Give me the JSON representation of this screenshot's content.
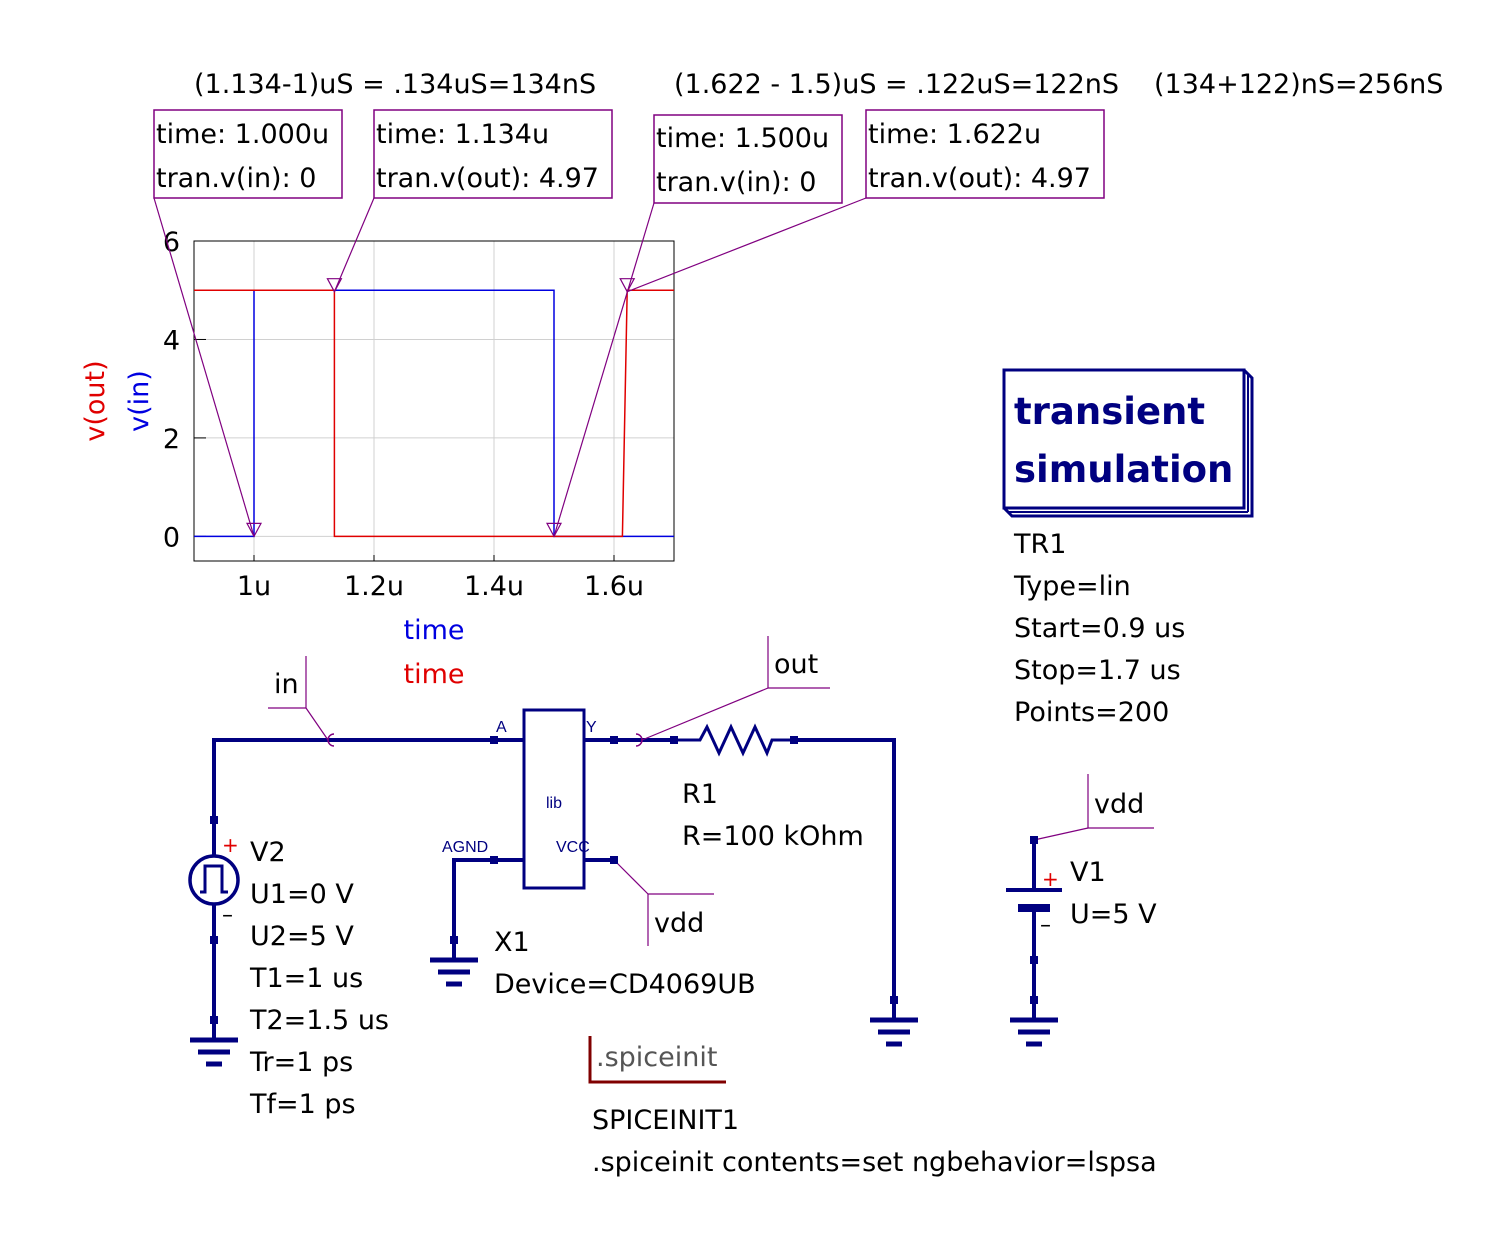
{
  "annotations": {
    "delay1": "(1.134-1)uS = .134uS=134nS",
    "delay2": "(1.622 - 1.5)uS = .122uS=122nS",
    "total": "(134+122)nS=256nS"
  },
  "markers": [
    {
      "time_label": "time: 1.000u",
      "value_label": "tran.v(in): 0",
      "time": 1.0,
      "value": 0
    },
    {
      "time_label": "time: 1.134u",
      "value_label": "tran.v(out): 4.97",
      "time": 1.134,
      "value": 4.97
    },
    {
      "time_label": "time: 1.500u",
      "value_label": "tran.v(in): 0",
      "time": 1.5,
      "value": 0
    },
    {
      "time_label": "time: 1.622u",
      "value_label": "tran.v(out): 4.97",
      "time": 1.622,
      "value": 4.97
    }
  ],
  "chart_data": {
    "type": "line",
    "xlim": [
      0.9,
      1.7
    ],
    "ylim": [
      -0.5,
      6
    ],
    "x_ticks": [
      1.0,
      1.2,
      1.4,
      1.6
    ],
    "x_tick_labels": [
      "1u",
      "1.2u",
      "1.4u",
      "1.6u"
    ],
    "y_ticks": [
      0,
      2,
      4,
      6
    ],
    "y_tick_labels": [
      "0",
      "2",
      "4",
      "6"
    ],
    "grid": true,
    "ylabels": [
      {
        "text": "v(out)",
        "color": "#e00000"
      },
      {
        "text": "v(in)",
        "color": "#0000e0"
      }
    ],
    "xlabels": [
      {
        "text": "time",
        "color": "#0000e0"
      },
      {
        "text": "time",
        "color": "#e00000"
      }
    ],
    "series": [
      {
        "name": "v(in)",
        "color": "#0000e0",
        "x": [
          0.9,
          1.0,
          1.0,
          1.5,
          1.5,
          1.7
        ],
        "y": [
          0,
          0,
          5,
          5,
          0,
          0
        ]
      },
      {
        "name": "v(out)",
        "color": "#e00000",
        "x": [
          0.9,
          1.134,
          1.134,
          1.614,
          1.622,
          1.7
        ],
        "y": [
          5,
          5,
          0,
          0,
          5,
          5
        ]
      }
    ]
  },
  "sim_box": {
    "title_line1": "transient",
    "title_line2": "simulation",
    "name": "TR1",
    "params": [
      "Type=lin",
      "Start=0.9 us",
      "Stop=1.7 us",
      "Points=200"
    ]
  },
  "labels": {
    "in": "in",
    "out": "out",
    "vdd_inv": "vdd",
    "vdd_src": "vdd"
  },
  "inverter": {
    "pin_a": "A",
    "pin_y": "Y",
    "pin_agnd": "AGND",
    "pin_vcc": "VCC",
    "body": "lib",
    "name": "X1",
    "device": "Device=CD4069UB"
  },
  "resistor": {
    "name": "R1",
    "value": "R=100 kOhm"
  },
  "v2": {
    "name": "V2",
    "params": [
      "U1=0 V",
      "U2=5 V",
      "T1=1 us",
      "T2=1.5 us",
      "Tr=1 ps",
      "Tf=1 ps"
    ]
  },
  "v1": {
    "name": "V1",
    "value": "U=5 V"
  },
  "spiceinit": {
    "title": ".spiceinit",
    "name": "SPICEINIT1",
    "contents": ".spiceinit contents=set ngbehavior=lspsa"
  },
  "symbols": {
    "plus": "+",
    "minus": "–"
  },
  "colors": {
    "wire": "#000080",
    "marker": "#800080",
    "spice": "#800000"
  }
}
